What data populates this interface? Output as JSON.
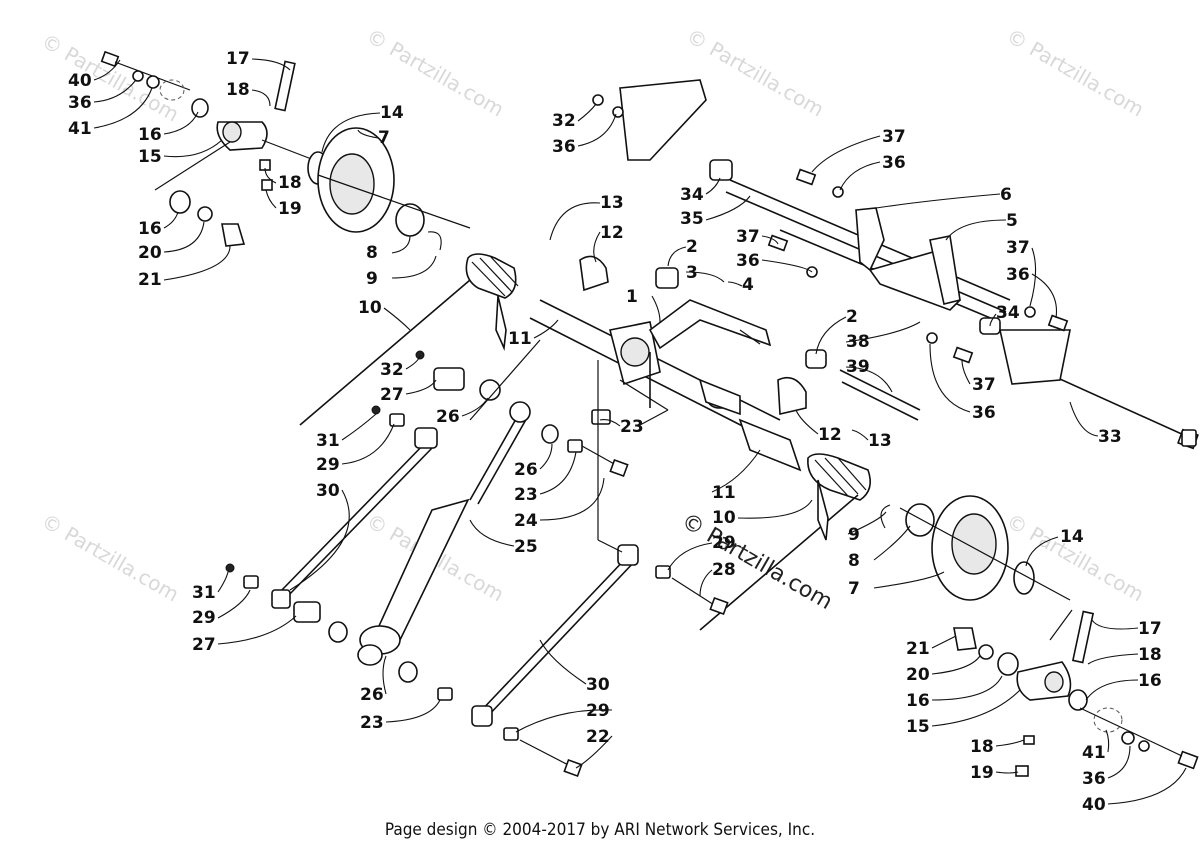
{
  "watermark": "© Partzilla.com",
  "footer": "Page design © 2004-2017 by ARI Network Services, Inc.",
  "callouts": [
    {
      "n": "40"
    },
    {
      "n": "36"
    },
    {
      "n": "41"
    },
    {
      "n": "17"
    },
    {
      "n": "18"
    },
    {
      "n": "16"
    },
    {
      "n": "15"
    },
    {
      "n": "14"
    },
    {
      "n": "7"
    },
    {
      "n": "18"
    },
    {
      "n": "19"
    },
    {
      "n": "16"
    },
    {
      "n": "20"
    },
    {
      "n": "21"
    },
    {
      "n": "8"
    },
    {
      "n": "9"
    },
    {
      "n": "10"
    },
    {
      "n": "32"
    },
    {
      "n": "36"
    },
    {
      "n": "13"
    },
    {
      "n": "12"
    },
    {
      "n": "2"
    },
    {
      "n": "3"
    },
    {
      "n": "4"
    },
    {
      "n": "1"
    },
    {
      "n": "11"
    },
    {
      "n": "37"
    },
    {
      "n": "36"
    },
    {
      "n": "34"
    },
    {
      "n": "35"
    },
    {
      "n": "6"
    },
    {
      "n": "5"
    },
    {
      "n": "37"
    },
    {
      "n": "36"
    },
    {
      "n": "37"
    },
    {
      "n": "36"
    },
    {
      "n": "34"
    },
    {
      "n": "2"
    },
    {
      "n": "38"
    },
    {
      "n": "39"
    },
    {
      "n": "37"
    },
    {
      "n": "36"
    },
    {
      "n": "33"
    },
    {
      "n": "32"
    },
    {
      "n": "27"
    },
    {
      "n": "26"
    },
    {
      "n": "31"
    },
    {
      "n": "29"
    },
    {
      "n": "30"
    },
    {
      "n": "23"
    },
    {
      "n": "26"
    },
    {
      "n": "23"
    },
    {
      "n": "24"
    },
    {
      "n": "25"
    },
    {
      "n": "12"
    },
    {
      "n": "13"
    },
    {
      "n": "11"
    },
    {
      "n": "10"
    },
    {
      "n": "29"
    },
    {
      "n": "28"
    },
    {
      "n": "9"
    },
    {
      "n": "8"
    },
    {
      "n": "7"
    },
    {
      "n": "14"
    },
    {
      "n": "31"
    },
    {
      "n": "29"
    },
    {
      "n": "27"
    },
    {
      "n": "26"
    },
    {
      "n": "23"
    },
    {
      "n": "30"
    },
    {
      "n": "29"
    },
    {
      "n": "22"
    },
    {
      "n": "17"
    },
    {
      "n": "21"
    },
    {
      "n": "20"
    },
    {
      "n": "18"
    },
    {
      "n": "16"
    },
    {
      "n": "16"
    },
    {
      "n": "15"
    },
    {
      "n": "18"
    },
    {
      "n": "41"
    },
    {
      "n": "19"
    },
    {
      "n": "36"
    },
    {
      "n": "40"
    }
  ]
}
